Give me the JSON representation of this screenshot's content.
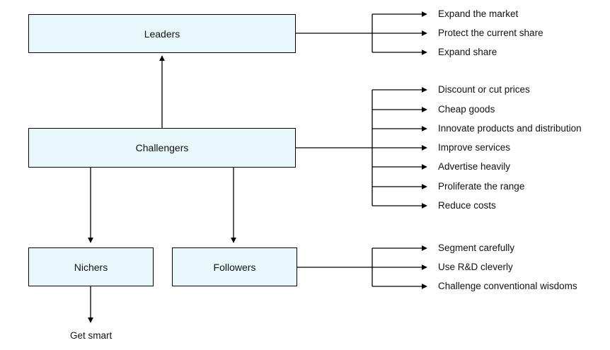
{
  "colors": {
    "box_fill": "#e8f8fb",
    "line": "#000000"
  },
  "nodes": {
    "leaders": "Leaders",
    "challengers": "Challengers",
    "nichers": "Nichers",
    "followers": "Followers",
    "get_smart": "Get smart"
  },
  "leader_strategies": [
    "Expand the market",
    "Protect the current share",
    "Expand share"
  ],
  "challenger_strategies": [
    "Discount or cut prices",
    "Cheap goods",
    "Innovate products and distribution",
    "Improve services",
    "Advertise heavily",
    "Proliferate the range",
    "Reduce costs"
  ],
  "follower_strategies": [
    "Segment carefully",
    "Use R&D cleverly",
    "Challenge conventional wisdoms"
  ]
}
